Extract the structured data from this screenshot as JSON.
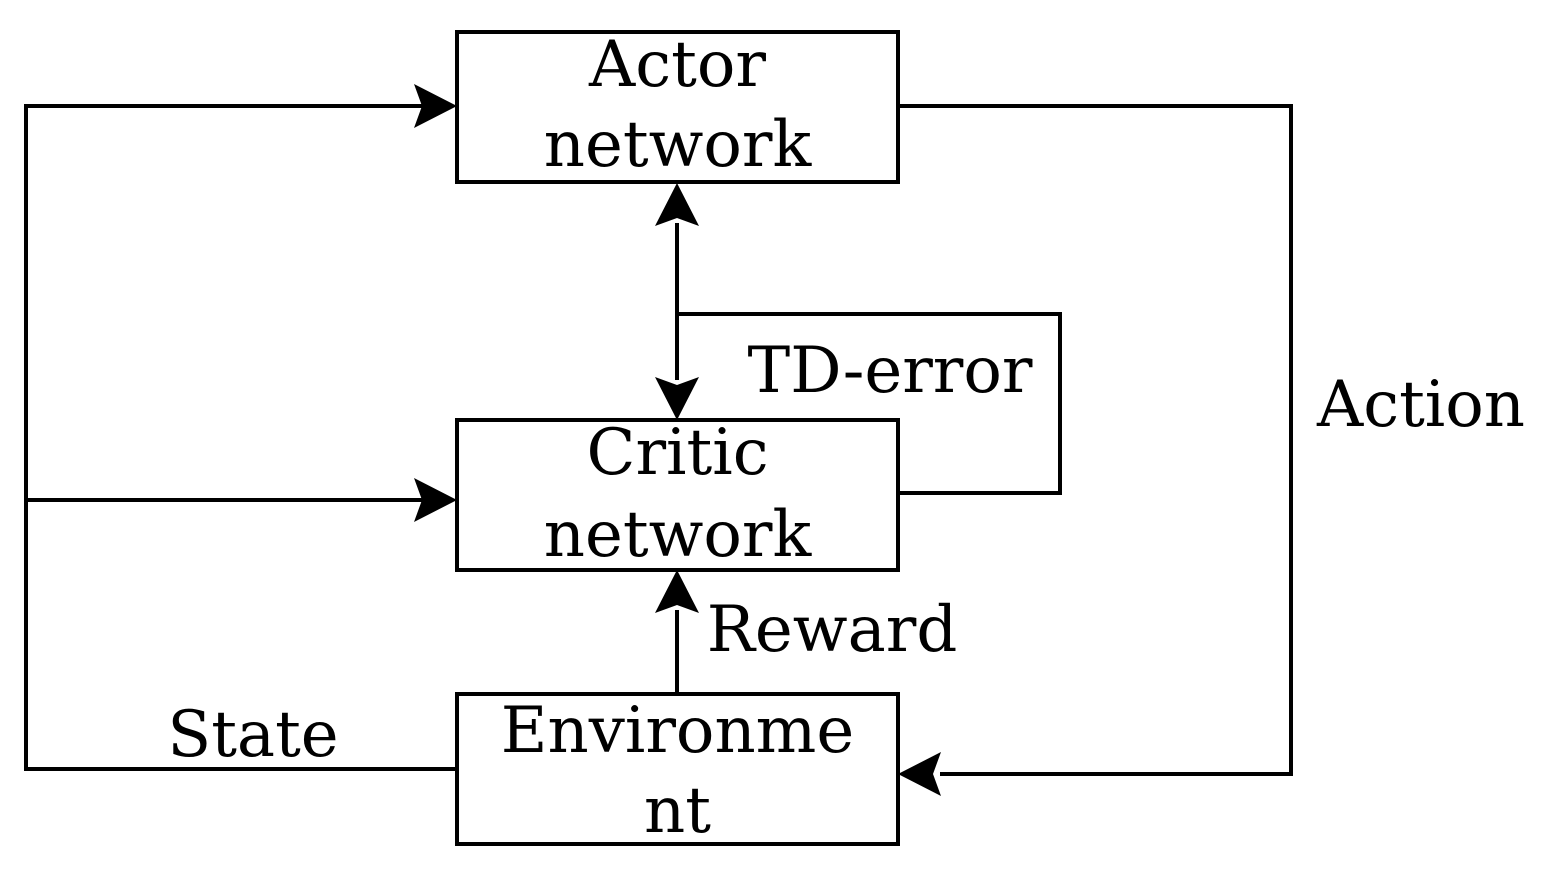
{
  "diagram": {
    "nodes": {
      "actor": {
        "line1": "Actor",
        "line2": "network"
      },
      "critic": {
        "line1": "Critic",
        "line2": "network"
      },
      "environment": {
        "line1": "Environme",
        "line2": "nt"
      }
    },
    "edges": {
      "state": "State",
      "action": "Action",
      "reward": "Reward",
      "td_error": "TD-error"
    },
    "colors": {
      "stroke": "#000000",
      "background": "#ffffff"
    }
  }
}
